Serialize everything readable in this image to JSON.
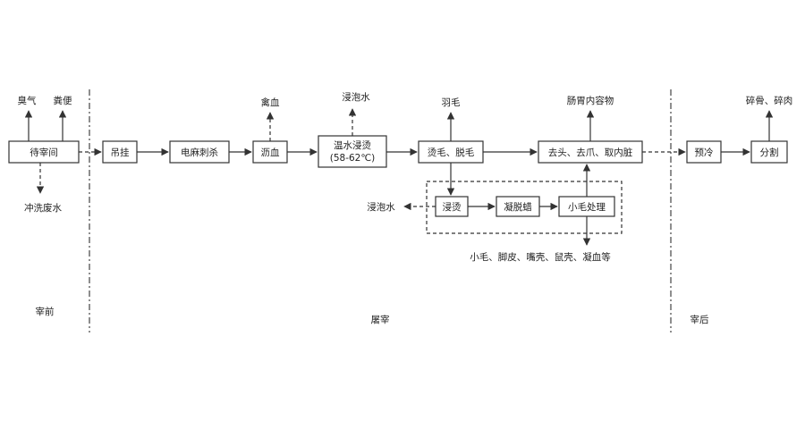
{
  "nodes": {
    "waiting_pen": "待宰间",
    "hanging": "吊挂",
    "stun_kill": "电麻刺杀",
    "bleeding": "沥血",
    "scalding": "温水浸烫",
    "scalding_temp": "(58-62℃)",
    "plucking": "烫毛、脱毛",
    "evisceration": "去头、去爪、取内脏",
    "precooling": "预冷",
    "cutting": "分割",
    "soaking": "浸烫",
    "wax_dip": "凝脱蜡",
    "fine_feather": "小毛处理"
  },
  "outputs": {
    "odor": "臭气",
    "manure": "粪便",
    "wash_water": "冲洗废水",
    "poultry_blood": "禽血",
    "scald_water_top": "浸泡水",
    "feathers": "羽毛",
    "intestine_contents": "肠胃内容物",
    "bone_meat": "碎骨、碎肉",
    "scald_water_left": "浸泡水",
    "small_waste": "小毛、脚皮、嘴壳、鼠壳、凝血等"
  },
  "stages": {
    "pre_slaughter": "宰前",
    "slaughter": "屠宰",
    "post_slaughter": "宰后"
  }
}
